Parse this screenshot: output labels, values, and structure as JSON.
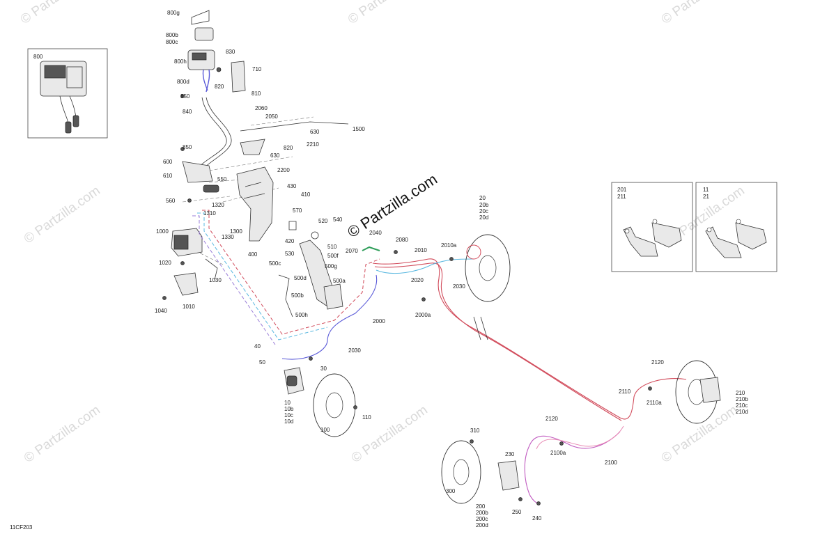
{
  "diagram_code": "11CF203",
  "watermark_center": "© Partzilla.com",
  "watermark_repeat": "© Partzilla.com",
  "colors": {
    "red_line": "#d14a5a",
    "pink_line": "#e88ab4",
    "blue_line": "#5a5ad8",
    "cyan_line": "#5ab8e0",
    "purple_line": "#9a7ed8",
    "green_part": "#2f9e5a"
  },
  "labels": {
    "p800g": "800g",
    "p800b": "800b",
    "p800c": "800c",
    "p800h": "800h",
    "p830": "830",
    "p710": "710",
    "p820a": "820",
    "p800d": "800d",
    "p810": "810",
    "p850a": "850",
    "p840": "840",
    "p2060": "2060",
    "p2050": "2050",
    "p630a": "630",
    "p1500": "1500",
    "p820b": "820",
    "p630b": "630",
    "p2210": "2210",
    "p850b": "850",
    "p2200": "2200",
    "p600": "600",
    "p610": "610",
    "p550": "550",
    "p430": "430",
    "p410": "410",
    "p560": "560",
    "p1320": "1320",
    "p570": "570",
    "p1310": "1310",
    "p1300": "1300",
    "p1330": "1330",
    "p420": "420",
    "p400": "400",
    "p520": "520",
    "p540": "540",
    "p510": "510",
    "p530": "530",
    "p500f": "500f",
    "p500c": "500c",
    "p500g": "500g",
    "p500d": "500d",
    "p500a": "500a",
    "p500b": "500b",
    "p500h": "500h",
    "p1000": "1000",
    "p1020": "1020",
    "p1030": "1030",
    "p1010": "1010",
    "p1040": "1040",
    "p2070": "2070",
    "p2040": "2040",
    "p2080": "2080",
    "p2010": "2010",
    "p2010a": "2010a",
    "p20": "20",
    "p20b": "20b",
    "p20c": "20c",
    "p20d": "20d",
    "p2030a": "2030",
    "p2020": "2020",
    "p2000a": "2000a",
    "p2000": "2000",
    "p2030b": "2030",
    "p40": "40",
    "p50": "50",
    "p30": "30",
    "p10": "10",
    "p10b": "10b",
    "p10c": "10c",
    "p10d": "10d",
    "p110": "110",
    "p100": "100",
    "p2120a": "2120",
    "p2110": "2110",
    "p2110a": "2110a",
    "p210": "210",
    "p210b": "210b",
    "p210c": "210c",
    "p210d": "210d",
    "p2120b": "2120",
    "p2100a": "2100a",
    "p2100": "2100",
    "p310": "310",
    "p230": "230",
    "p300": "300",
    "p200": "200",
    "p200b": "200b",
    "p200c": "200c",
    "p200d": "200d",
    "p250": "250",
    "p240": "240",
    "p800": "800",
    "p201": "201",
    "p211": "211",
    "p11": "11",
    "p21": "21"
  }
}
